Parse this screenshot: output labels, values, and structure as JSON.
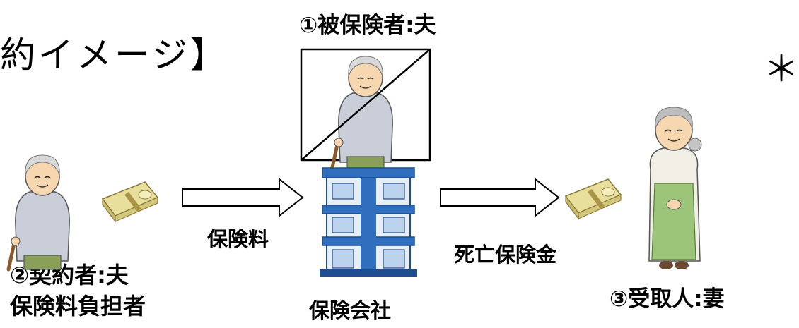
{
  "title": {
    "left_fragment": "約イメージ】",
    "right_fragment": "＊保"
  },
  "insured": {
    "label": "①被保険者:夫"
  },
  "contractor": {
    "line1": "②契約者:夫",
    "line2": "保険料負担者"
  },
  "arrows": {
    "premium_label": "保険料",
    "death_benefit_label": "死亡保険金"
  },
  "company": {
    "label": "保険会社"
  },
  "recipient": {
    "label": "③受取人:妻"
  },
  "colors": {
    "building_blue": "#2f6fbe",
    "building_dark": "#1d4e8f",
    "money_fill": "#e9df9c",
    "shirt": "#c9ced8",
    "pants": "#8aa05a",
    "wife_apron": "#9cc57a",
    "skin": "#f7d7b0"
  }
}
